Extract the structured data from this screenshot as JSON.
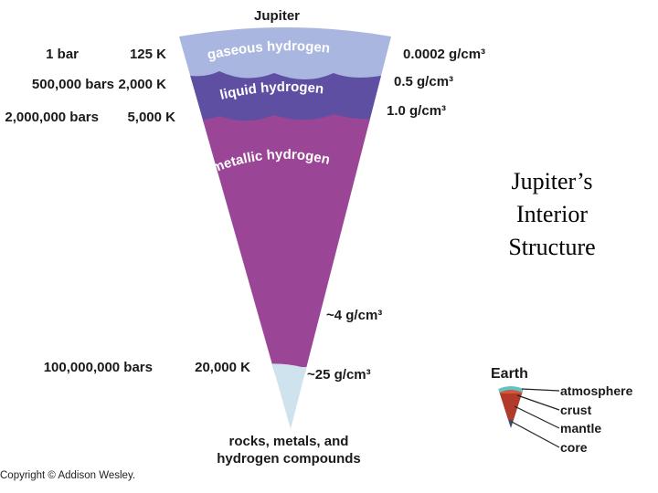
{
  "diagram": {
    "title_lines": [
      "Jupiter’s",
      "Interior",
      "Structure"
    ],
    "planet_label": "Jupiter",
    "layers": [
      {
        "name": "gaseous hydrogen",
        "color": "#a9b6e0"
      },
      {
        "name": "liquid hydrogen",
        "color": "#5f4fa3"
      },
      {
        "name": "metallic hydrogen",
        "color": "#9b4596"
      },
      {
        "name": "",
        "color": "#cfe3ef"
      }
    ],
    "left_labels": [
      {
        "pressure": "1 bar",
        "temperature": "125 K"
      },
      {
        "pressure": "500,000 bars",
        "temperature": "2,000 K"
      },
      {
        "pressure": "2,000,000 bars",
        "temperature": "5,000 K"
      },
      {
        "pressure": "100,000,000 bars",
        "temperature": "20,000 K"
      }
    ],
    "density_labels": [
      "0.0002 g/cm³",
      "0.5 g/cm³",
      "1.0 g/cm³",
      "~4 g/cm³",
      "~25 g/cm³"
    ],
    "core_label_lines": [
      "rocks, metals, and",
      "hydrogen compounds"
    ],
    "earth": {
      "label": "Earth",
      "parts": [
        "atmosphere",
        "crust",
        "mantle",
        "core"
      ]
    },
    "copyright": "Copyright © Addison Wesley."
  }
}
